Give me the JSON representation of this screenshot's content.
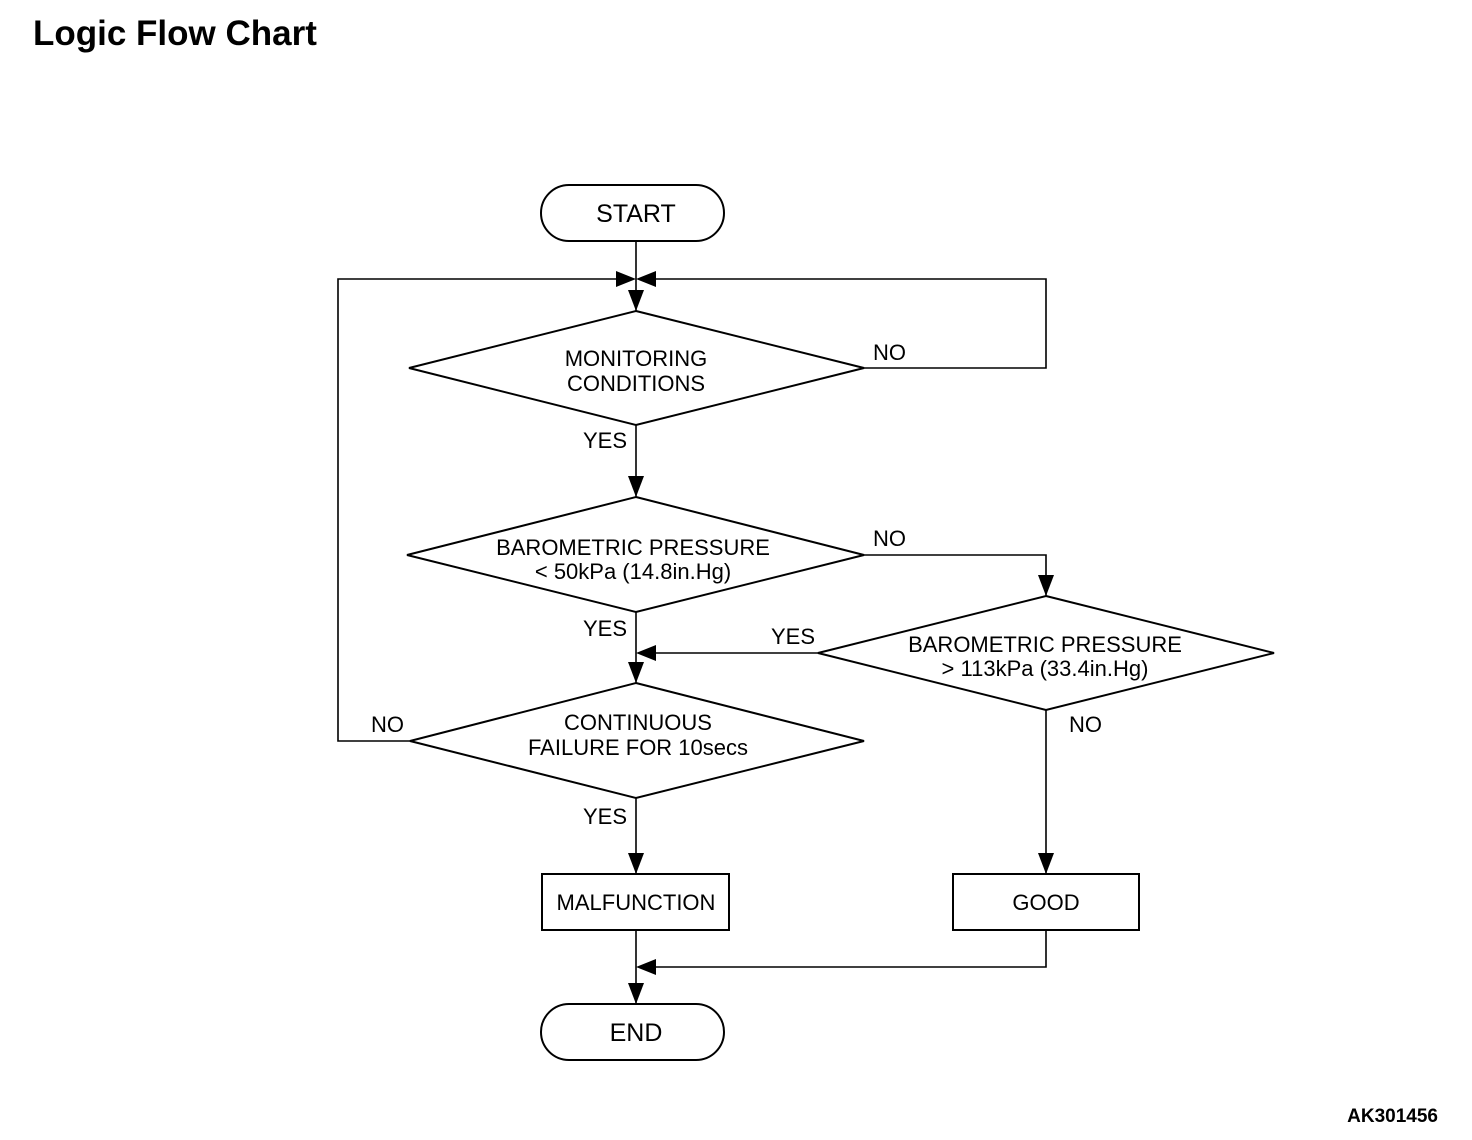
{
  "title": "Logic Flow Chart",
  "figure_id": "AK301456",
  "nodes": {
    "start": {
      "label": "START"
    },
    "monitoring": {
      "line1": "MONITORING",
      "line2": "CONDITIONS"
    },
    "baro_low": {
      "line1": "BAROMETRIC PRESSURE",
      "line2": "< 50kPa (14.8in.Hg)"
    },
    "baro_high": {
      "line1": "BAROMETRIC PRESSURE",
      "line2": "> 113kPa (33.4in.Hg)"
    },
    "continuous": {
      "line1": "CONTINUOUS",
      "line2": "FAILURE FOR 10secs"
    },
    "malfunction": {
      "label": "MALFUNCTION"
    },
    "good": {
      "label": "GOOD"
    },
    "end": {
      "label": "END"
    }
  },
  "edges": {
    "monitoring_yes": "YES",
    "monitoring_no": "NO",
    "baro_low_yes": "YES",
    "baro_low_no": "NO",
    "baro_high_yes": "YES",
    "baro_high_no": "NO",
    "continuous_yes": "YES",
    "continuous_no": "NO"
  }
}
